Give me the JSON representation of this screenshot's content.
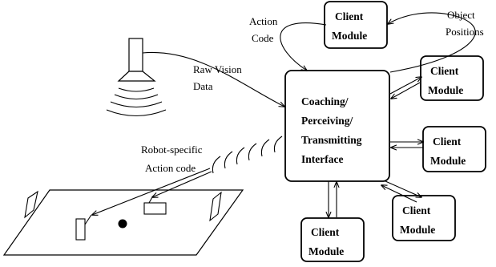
{
  "diagram": {
    "central_interface": {
      "lines": [
        "Coaching/",
        "Perceiving/",
        "Transmitting",
        "Interface"
      ]
    },
    "client_module": {
      "line1": "Client",
      "line2": "Module"
    },
    "labels": {
      "action_code_1": "Action",
      "action_code_2": "Code",
      "object_positions_1": "Object",
      "object_positions_2": "Positions",
      "raw_vision_1": "Raw Vision",
      "raw_vision_2": "Data",
      "robot_specific_1": "Robot-specific",
      "robot_specific_2": "Action code"
    }
  }
}
